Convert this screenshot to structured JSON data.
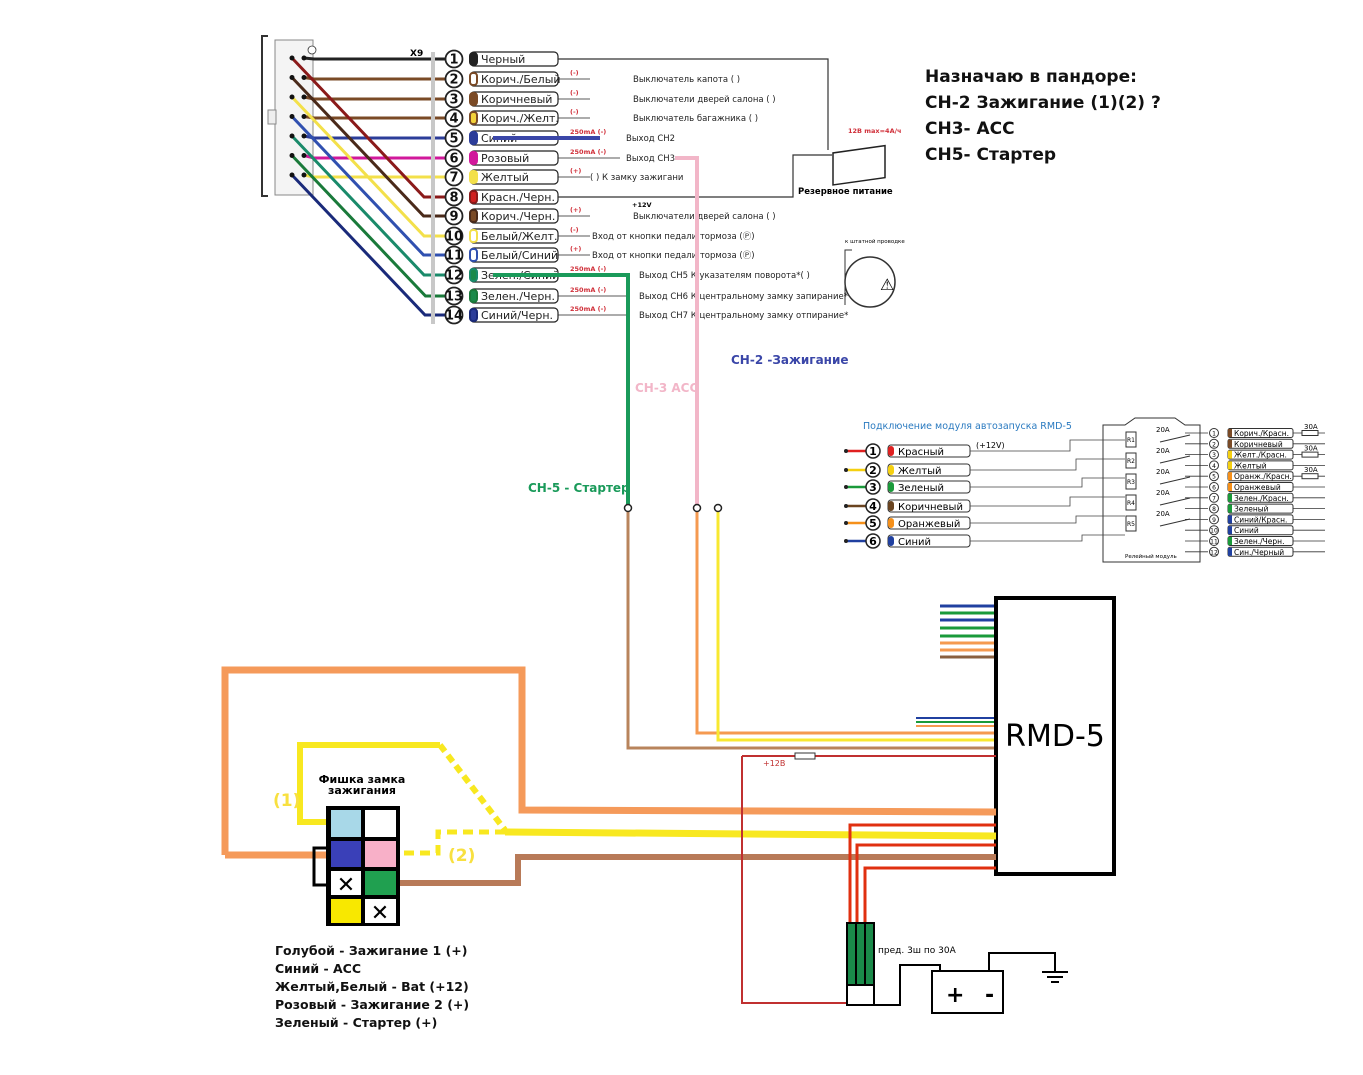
{
  "harness": {
    "connector_label": "X9",
    "wires": [
      {
        "n": "1",
        "label": "Черный",
        "color": "#222222",
        "stripe": "#222222",
        "polarity": "",
        "desc": ""
      },
      {
        "n": "2",
        "label": "Корич./Белый",
        "color": "#7a4a26",
        "stripe": "#ffffff",
        "polarity": "(-)",
        "desc": "Выключатель капота (        )"
      },
      {
        "n": "3",
        "label": "Коричневый",
        "color": "#7a4a26",
        "stripe": "#7a4a26",
        "polarity": "(-)",
        "desc": "Выключатели дверей салона (        )"
      },
      {
        "n": "4",
        "label": "Корич./Желт.",
        "color": "#7a4a26",
        "stripe": "#f3d23a",
        "polarity": "(-)",
        "desc": "Выключатель багажника (        )"
      },
      {
        "n": "5",
        "label": "Синий",
        "color": "#2c3d99",
        "stripe": "#2c3d99",
        "polarity": "250mA (-)",
        "desc": "Выход CH2"
      },
      {
        "n": "6",
        "label": "Розовый",
        "color": "#d1189b",
        "stripe": "#d1189b",
        "polarity": "250mA (-)",
        "desc": "Выход CH3"
      },
      {
        "n": "7",
        "label": "Желтый",
        "color": "#f3e04a",
        "stripe": "#f3e04a",
        "polarity": "(+)",
        "desc": "(       ) К замку зажигани"
      },
      {
        "n": "8",
        "label": "Красн./Черн.",
        "color": "#8b1a1a",
        "stripe": "#d02020",
        "polarity": "",
        "desc": ""
      },
      {
        "n": "9",
        "label": "Корич./Черн.",
        "color": "#4a2a1a",
        "stripe": "#7a4a26",
        "polarity": "(+)",
        "desc": "Выключатели дверей салона (        )"
      },
      {
        "n": "10",
        "label": "Белый/Желт.",
        "color": "#f3e04a",
        "stripe": "#ffffff",
        "polarity": "(-)",
        "desc": "Вход от кнопки педали тормоза (Ⓟ)"
      },
      {
        "n": "11",
        "label": "Белый/Синий",
        "color": "#3050b0",
        "stripe": "#ffffff",
        "polarity": "(+)",
        "desc": "Вход от кнопки педали тормоза (Ⓟ)"
      },
      {
        "n": "12",
        "label": "Зелен./Синий",
        "color": "#1a8a6a",
        "stripe": "#1a8a4a",
        "polarity": "250mA (-)",
        "desc": "Выход CH5 К указателям поворота*(      )"
      },
      {
        "n": "13",
        "label": "Зелен./Черн.",
        "color": "#1a7a3a",
        "stripe": "#1a8a4a",
        "polarity": "250mA (-)",
        "desc": "Выход CH6 К центральному замку запирание*"
      },
      {
        "n": "14",
        "label": "Синий/Черн.",
        "color": "#1a2a7a",
        "stripe": "#2c3d99",
        "polarity": "250mA (-)",
        "desc": "Выход CH7 К центральному замку отпирание*"
      }
    ],
    "plus12v": "+12V",
    "backup_power_label": "Резервное питание",
    "battery_rating": "12В max=4A/ч",
    "to_wiring": "к штатной проводке"
  },
  "notes": {
    "line1": "Назначаю в пандоре:",
    "line2": "СН-2 Зажигание (1)(2) ?",
    "line3": "СН3- АСС",
    "line4": "СН5- Стартер"
  },
  "channels": {
    "ch2": {
      "label": "СН-2 -Зажигание",
      "color": "#3a46a8"
    },
    "ch3": {
      "label": "СН-3 АСС",
      "color": "#f2b6c8"
    },
    "ch5": {
      "label": "СН-5 - Стартер",
      "color": "#1a9a5a"
    }
  },
  "rmd_module": {
    "title": "Подключение модуля автозапуска RMD-5",
    "plus12v": "(+12V)",
    "relay_module_label": "Релейный модуль",
    "relays": [
      "R1",
      "R2",
      "R3",
      "R4",
      "R5"
    ],
    "relay_rating": "20A",
    "fuse_rating": "30A",
    "inputs": [
      {
        "n": "1",
        "label": "Красный",
        "color": "#e02020"
      },
      {
        "n": "2",
        "label": "Желтый",
        "color": "#f5d010"
      },
      {
        "n": "3",
        "label": "Зеленый",
        "color": "#1a9a3a"
      },
      {
        "n": "4",
        "label": "Коричневый",
        "color": "#6a4420"
      },
      {
        "n": "5",
        "label": "Оранжевый",
        "color": "#f5901a"
      },
      {
        "n": "6",
        "label": "Синий",
        "color": "#2040a0"
      }
    ],
    "outputs": [
      {
        "n": "1",
        "label": "Корич./Красн.",
        "color": "#7a4a26"
      },
      {
        "n": "2",
        "label": "Коричневый",
        "color": "#7a4a26"
      },
      {
        "n": "3",
        "label": "Желт./Красн.",
        "color": "#f5d010"
      },
      {
        "n": "4",
        "label": "Желтый",
        "color": "#f5d010"
      },
      {
        "n": "5",
        "label": "Оранж./Красн.",
        "color": "#f5901a"
      },
      {
        "n": "6",
        "label": "Оранжевый",
        "color": "#f5901a"
      },
      {
        "n": "7",
        "label": "Зелен./Красн.",
        "color": "#1a9a3a"
      },
      {
        "n": "8",
        "label": "Зеленый",
        "color": "#1a9a3a"
      },
      {
        "n": "9",
        "label": "Синий/Красн.",
        "color": "#2040a0"
      },
      {
        "n": "10",
        "label": "Синий",
        "color": "#2040a0"
      },
      {
        "n": "11",
        "label": "Зелен./Черн.",
        "color": "#1a9a3a"
      },
      {
        "n": "12",
        "label": "Син./Черный",
        "color": "#2040a0"
      }
    ]
  },
  "rmd_box": {
    "label": "RMD-5"
  },
  "ignition": {
    "title_line1": "Фишка замка",
    "title_line2": "зажигания",
    "mark1": "(1)",
    "mark2": "(2)",
    "legend": [
      "Голубой - Зажигание 1 (+)",
      "Синий - АСС",
      "Желтый,Белый - Bat (+12)",
      "Розовый - Зажигание 2 (+)",
      "Зеленый - Стартер (+)"
    ]
  },
  "power": {
    "plus12v": "+12В",
    "fuse_note": "пред. 3ш по 30А",
    "battery_plus": "+",
    "battery_minus": "-"
  }
}
